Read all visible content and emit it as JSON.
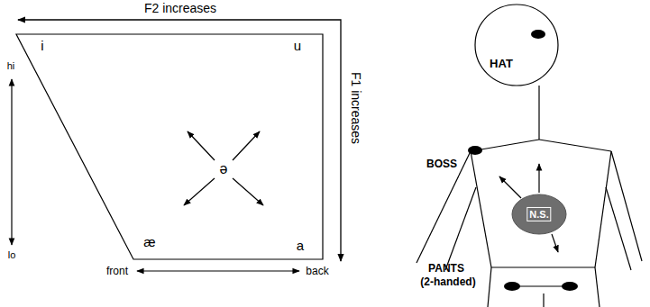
{
  "diagram": {
    "nodes": [
      {
        "text": [
          "i",
          "u",
          "ə",
          "æ",
          "a"
        ]
      },
      {
        "text": [
          "HAT"
        ]
      },
      {
        "text": [
          "N.S."
        ]
      }
    ],
    "labels": [
      "F2 increases",
      "F1 increases",
      "hi",
      "lo",
      "front",
      "back",
      "BOSS",
      "PANTS",
      "(2-handed)"
    ]
  }
}
